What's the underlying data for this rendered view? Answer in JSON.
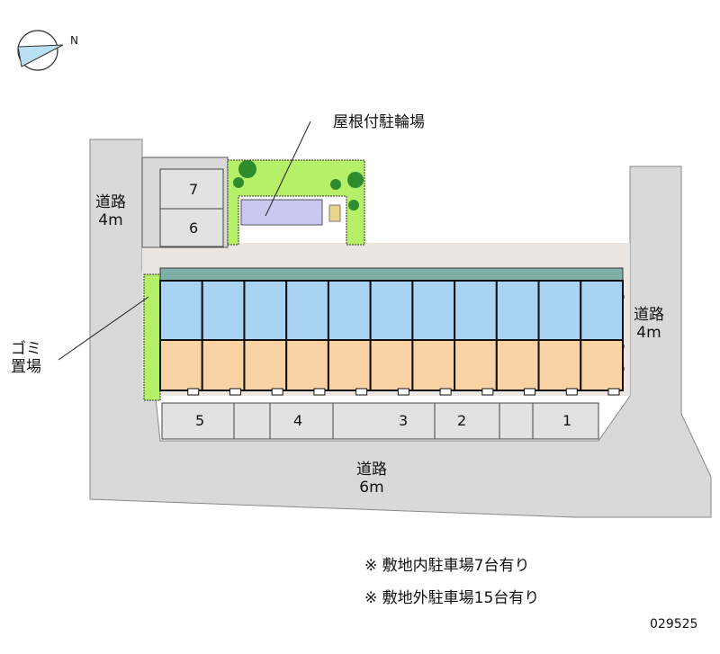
{
  "labels": {
    "bike_parking": "屋根付駐輪場",
    "road_left": [
      "道路",
      "4m"
    ],
    "road_right": [
      "道路",
      "4m"
    ],
    "road_bottom": [
      "道路",
      "6m"
    ],
    "garbage": [
      "ゴミ",
      "置場"
    ],
    "compass_north": "N"
  },
  "parking_numbers": [
    "7",
    "6",
    "5",
    "4",
    "3",
    "2",
    "1"
  ],
  "notes": [
    "※ 敷地内駐車場7台有り",
    "※ 敷地外駐車場15台有り"
  ],
  "code": "029525",
  "colors": {
    "road": "#d9d9d9",
    "green": "#b5f068",
    "tree": "#2e8b2e",
    "room_blue": "#a9d3f2",
    "room_orange": "#f9d3a3",
    "bike": "#c8c8f0"
  }
}
